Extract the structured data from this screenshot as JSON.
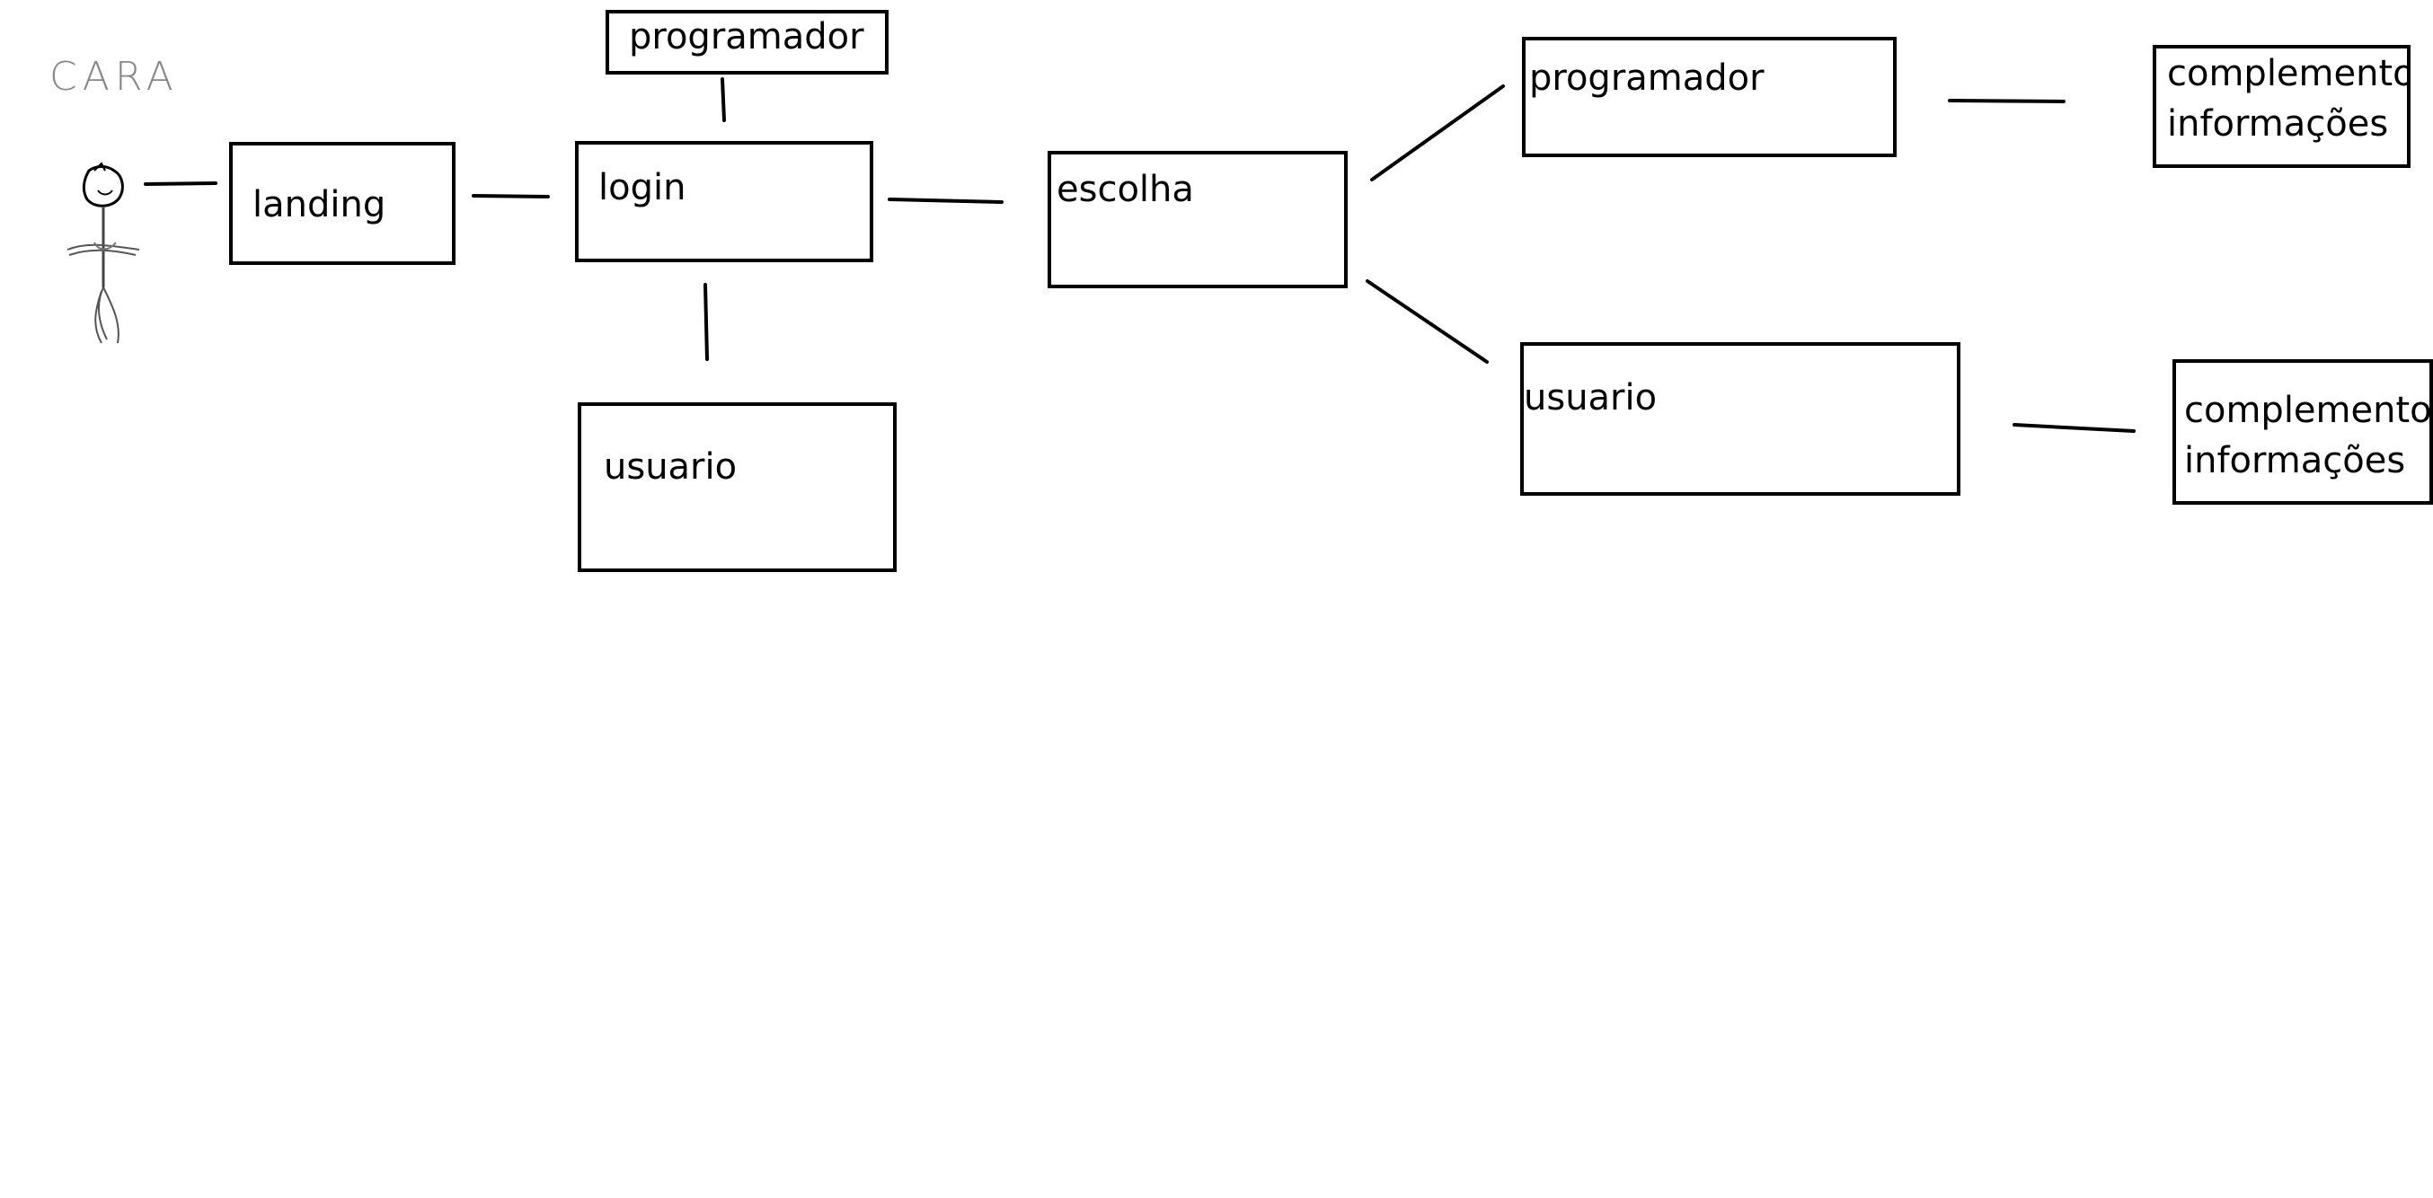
{
  "diagram": {
    "actor": {
      "name": "CARA",
      "icon": "stick-figure-icon"
    },
    "boxes": {
      "landing": "landing",
      "login": "login",
      "programador_top": "programador",
      "usuario_login": "usuario",
      "escolha": "escolha",
      "programador_right": "programador",
      "usuario_right": "usuario",
      "complemento_top": "complemento\ninformações",
      "complemento_bottom": "complemento\ninformações"
    },
    "connectors": [
      {
        "from": "actor",
        "to": "landing"
      },
      {
        "from": "landing",
        "to": "login"
      },
      {
        "from": "login",
        "to": "programador"
      },
      {
        "from": "login",
        "to": "usuario"
      },
      {
        "from": "login",
        "to": "escolha"
      },
      {
        "from": "escolha",
        "to": "programador"
      },
      {
        "from": "escolha",
        "to": "usuario"
      },
      {
        "from": "programador",
        "to": "complemento informações"
      },
      {
        "from": "usuario",
        "to": "complemento informações"
      }
    ],
    "colors": {
      "line": "#000000",
      "background": "#ffffff",
      "actor_label": "#888888"
    }
  }
}
